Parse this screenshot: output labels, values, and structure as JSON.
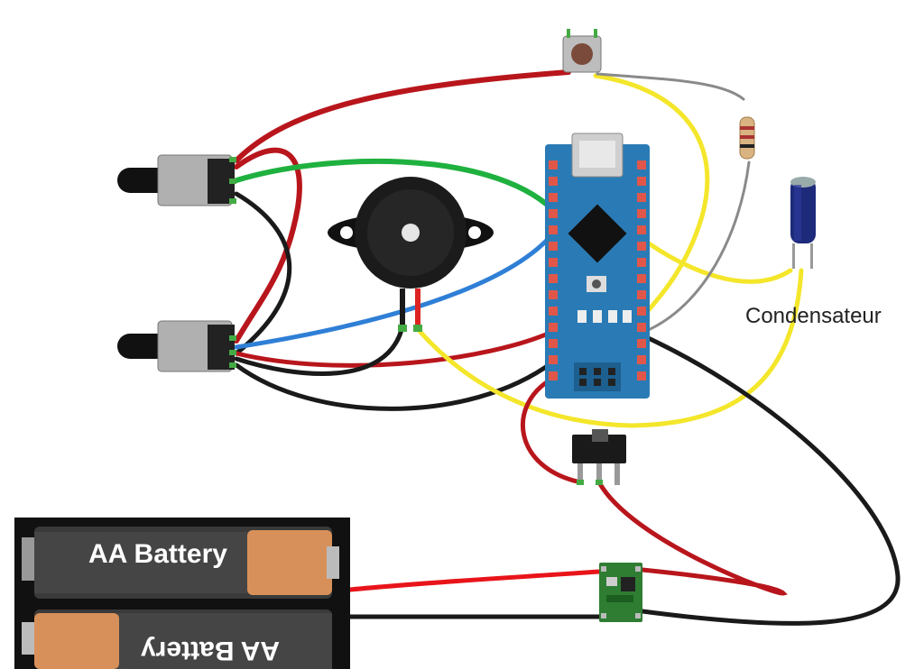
{
  "labels": {
    "capacitor": "Condensateur",
    "battery_top": "AA Battery",
    "battery_bottom": "AA Battery"
  },
  "components": {
    "microcontroller": "arduino-nano-board",
    "potentiometers": [
      "potentiometer-top",
      "potentiometer-bottom"
    ],
    "buzzer": "piezo-buzzer",
    "button": "push-button",
    "resistor": "resistor",
    "capacitor": "electrolytic-capacitor",
    "switch": "slide-switch",
    "converter": "boost-converter-module",
    "battery": "battery-holder-2xAA"
  },
  "colors": {
    "wire_red": "#b8161c",
    "wire_red_bright": "#e8141a",
    "wire_green": "#1fb13f",
    "wire_blue": "#2f7fd6",
    "wire_yellow": "#f4e62a",
    "wire_black": "#1a1a1a",
    "wire_gray": "#8a8a8a",
    "board": "#2a7bb5",
    "module": "#2e7d32",
    "battery_copper": "#d8905a"
  }
}
